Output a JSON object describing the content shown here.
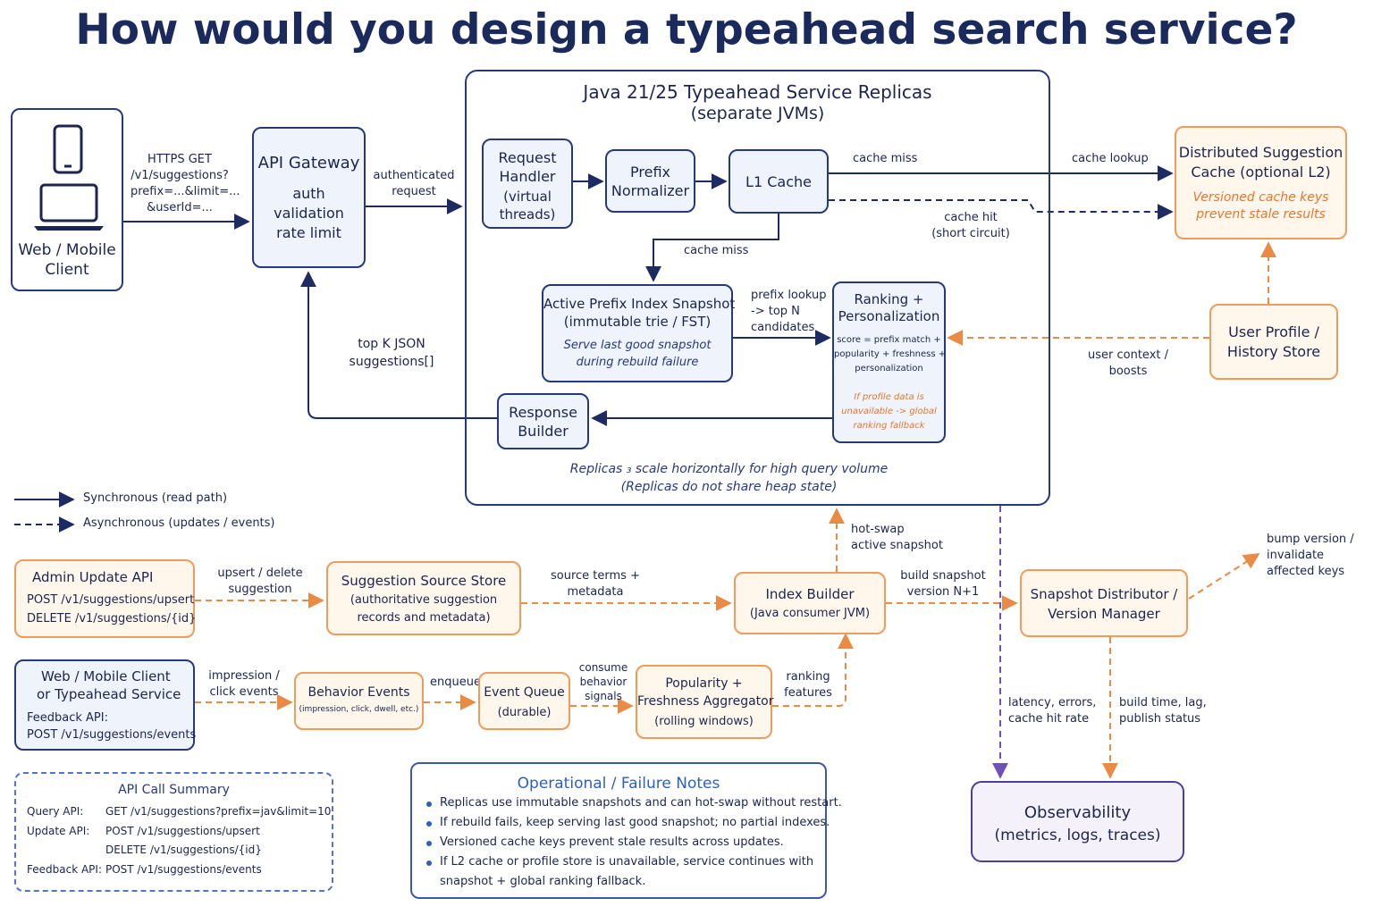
{
  "title": "How would you design a typeahead search service?",
  "client": {
    "label1": "Web / Mobile",
    "label2": "Client"
  },
  "client_request": {
    "l1": "HTTPS GET",
    "l2": "/v1/suggestions?",
    "l3": "prefix=...&limit=...",
    "l4": "&userId=..."
  },
  "gateway": {
    "title": "API Gateway",
    "l1": "auth",
    "l2": "validation",
    "l3": "rate limit"
  },
  "authenticated": {
    "l1": "authenticated",
    "l2": "request"
  },
  "topk": {
    "l1": "top K JSON",
    "l2": "suggestions[]"
  },
  "replicas": {
    "title": "Java 21/25 Typeahead Service Replicas",
    "subtitle": "(separate JVMs)",
    "note1": "Replicas ₃ scale horizontally for high query volume",
    "note2": "(Replicas do not share heap state)"
  },
  "request_handler": {
    "l1": "Request",
    "l2": "Handler",
    "l3": "(virtual",
    "l4": "threads)"
  },
  "prefix_normalizer": {
    "l1": "Prefix",
    "l2": "Normalizer"
  },
  "l1cache": {
    "label": "L1 Cache"
  },
  "cache_miss_top": "cache miss",
  "cache_lookup": "cache lookup",
  "cache_hit": {
    "l1": "cache hit",
    "l2": "(short circuit)"
  },
  "cache_miss_down": "cache miss",
  "dist_cache": {
    "l1": "Distributed Suggestion",
    "l2": "Cache (optional L2)",
    "n1": "Versioned cache keys",
    "n2": "prevent stale results"
  },
  "prefix_index": {
    "l1": "Active Prefix Index Snapshot",
    "l2": "(immutable trie / FST)",
    "n1": "Serve last good snapshot",
    "n2": "during rebuild failure"
  },
  "prefix_lookup": {
    "l1": "prefix lookup",
    "l2": "-> top N",
    "l3": "candidates"
  },
  "ranking": {
    "l1": "Ranking +",
    "l2": "Personalization",
    "s1": "score = prefix match +",
    "s2": "popularity + freshness +",
    "s3": "personalization",
    "f1": "If profile data is",
    "f2": "unavailable -> global",
    "f3": "ranking fallback"
  },
  "response_builder": {
    "l1": "Response",
    "l2": "Builder"
  },
  "user_profile": {
    "l1": "User Profile /",
    "l2": "History Store"
  },
  "user_context": {
    "l1": "user context /",
    "l2": "boosts"
  },
  "legend": {
    "sync": "Synchronous (read path)",
    "async": "Asynchronous (updates / events)"
  },
  "admin_api": {
    "title": "Admin Update API",
    "l1": "POST /v1/suggestions/upsert",
    "l2": "DELETE /v1/suggestions/{id}"
  },
  "upsert": {
    "l1": "upsert / delete",
    "l2": "suggestion"
  },
  "source_store": {
    "title": "Suggestion Source Store",
    "l1": "(authoritative suggestion",
    "l2": "records and metadata)"
  },
  "source_terms": {
    "l1": "source terms +",
    "l2": "metadata"
  },
  "index_builder": {
    "l1": "Index Builder",
    "l2": "(Java consumer JVM)"
  },
  "hotswap": {
    "l1": "hot-swap",
    "l2": "active snapshot"
  },
  "build_snapshot": {
    "l1": "build snapshot",
    "l2": "version N+1"
  },
  "snapshot_dist": {
    "l1": "Snapshot Distributor /",
    "l2": "Version Manager"
  },
  "bump": {
    "l1": "bump version /",
    "l2": "invalidate",
    "l3": "affected keys"
  },
  "feedback_client": {
    "l1": "Web / Mobile Client",
    "l2": "or Typeahead Service",
    "l3": "Feedback API:",
    "l4": "POST /v1/suggestions/events"
  },
  "impression": {
    "l1": "impression /",
    "l2": "click events"
  },
  "behavior": {
    "l1": "Behavior Events",
    "l2": "(impression, click, dwell, etc.)"
  },
  "enqueue": "enqueue",
  "event_queue": {
    "l1": "Event Queue",
    "l2": "(durable)"
  },
  "consume": {
    "l1": "consume",
    "l2": "behavior",
    "l3": "signals"
  },
  "aggregator": {
    "l1": "Popularity +",
    "l2": "Freshness Aggregator",
    "l3": "(rolling windows)"
  },
  "ranking_features": {
    "l1": "ranking",
    "l2": "features"
  },
  "latency": {
    "l1": "latency, errors,",
    "l2": "cache hit rate"
  },
  "build_time": {
    "l1": "build time, lag,",
    "l2": "publish status"
  },
  "observability": {
    "l1": "Observability",
    "l2": "(metrics, logs, traces)"
  },
  "api_summary": {
    "title": "API Call Summary",
    "rows": [
      {
        "k": "Query API:",
        "v": "GET /v1/suggestions?prefix=jav&limit=10"
      },
      {
        "k": "Update API:",
        "v": "POST /v1/suggestions/upsert"
      },
      {
        "k": "",
        "v": "DELETE /v1/suggestions/{id}"
      },
      {
        "k": "Feedback API:",
        "v": "POST /v1/suggestions/events"
      }
    ]
  },
  "ops": {
    "title": "Operational / Failure Notes",
    "items": [
      "Replicas use immutable snapshots and can hot-swap without restart.",
      "If rebuild fails, keep serving last good snapshot; no partial indexes.",
      "Versioned cache keys prevent stale results across updates.",
      "If L2 cache or profile store is unavailable, service continues with",
      "snapshot + global ranking fallback."
    ]
  },
  "colors": {
    "navy": "#253a7d",
    "orange": "#ef9b5b",
    "purple": "#6f4fb8"
  }
}
